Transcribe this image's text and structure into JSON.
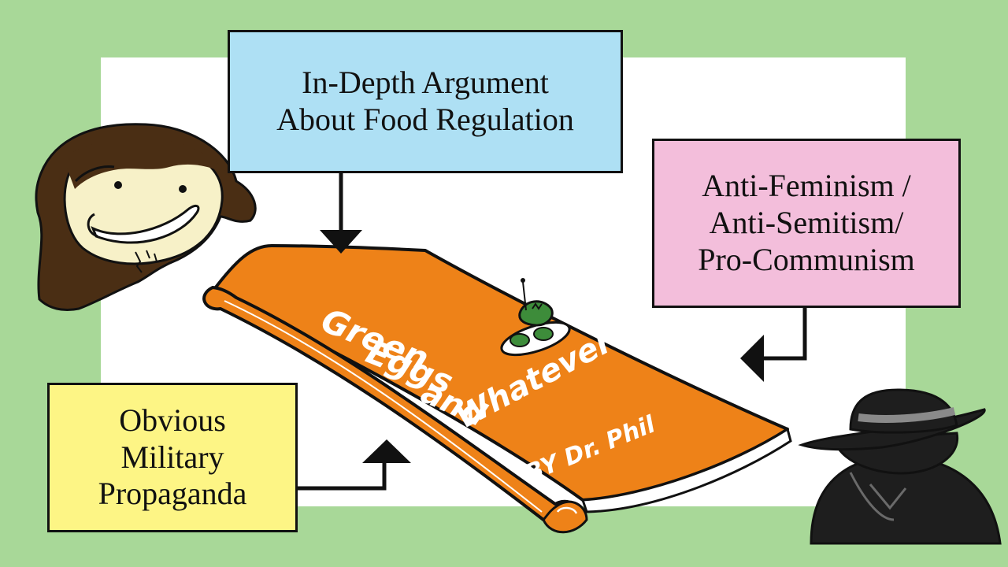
{
  "colors": {
    "background": "#a8d898",
    "panel": "#ffffff",
    "blue_box": "#aee0f4",
    "pink_box": "#f3bedb",
    "yellow_box": "#fdf585",
    "book": "#ee8218",
    "book_lettering": "#ffffff"
  },
  "boxes": {
    "food": {
      "lines": [
        "In-Depth Argument",
        "About Food Regulation"
      ]
    },
    "ideology": {
      "lines": [
        "Anti-Feminism /",
        "Anti-Semitism/",
        "Pro-Communism"
      ]
    },
    "military": {
      "lines": [
        "Obvious",
        "Military",
        "Propaganda"
      ]
    }
  },
  "book": {
    "title_lines": [
      "Green",
      "Eggs",
      "and",
      "Whatever"
    ],
    "author": "BY Dr. Phil"
  },
  "icons": [
    "narrator-face-icon",
    "spy-hat-icon",
    "green-eggs-plate-icon",
    "arrow-down-icon",
    "arrow-left-icon",
    "arrow-up-icon"
  ]
}
